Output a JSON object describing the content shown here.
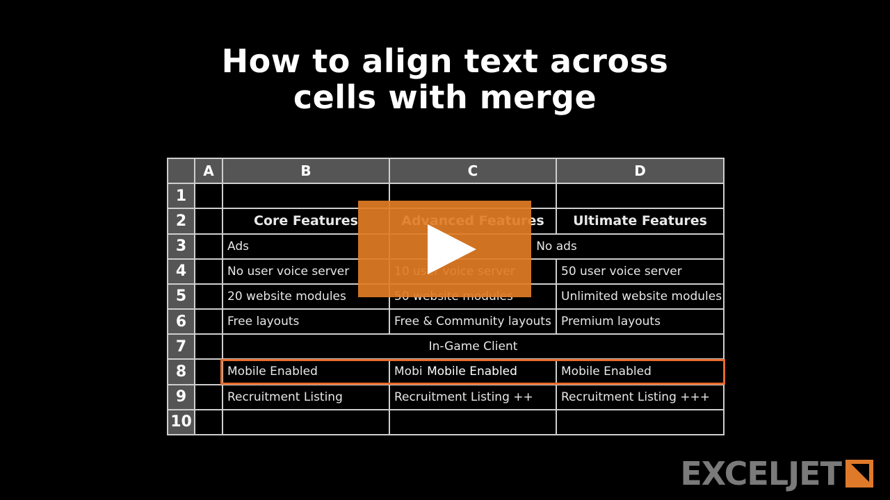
{
  "title": {
    "line1": "How to align text across",
    "line2": "cells with merge"
  },
  "sheet": {
    "columns": [
      "",
      "A",
      "B",
      "C",
      "D"
    ],
    "rows": [
      {
        "num": "1",
        "b": "",
        "c": "",
        "d": ""
      },
      {
        "num": "2",
        "b": "Core Features",
        "c": "Advanced Features",
        "d": "Ultimate Features"
      },
      {
        "num": "3",
        "b": "Ads",
        "cd": "No ads"
      },
      {
        "num": "4",
        "b": "No user voice server",
        "c": "10 user voice server",
        "d": "50 user voice server"
      },
      {
        "num": "5",
        "b": "20 website modules",
        "c": "50 website modules",
        "d": "Unlimited website modules"
      },
      {
        "num": "6",
        "b": "Free layouts",
        "c": "Free & Community layouts",
        "d": "Premium layouts"
      },
      {
        "num": "7",
        "bcd": "In-Game Client"
      },
      {
        "num": "8",
        "b": "Mobile Enabled",
        "c": "Mobile Enabled",
        "d": "Mobile Enabled",
        "merged_overlay": "Mobile Enabled"
      },
      {
        "num": "9",
        "b": "Recruitment Listing",
        "c": "Recruitment Listing ++",
        "d": "Recruitment Listing +++"
      },
      {
        "num": "10",
        "b": "",
        "c": "",
        "d": ""
      }
    ]
  },
  "logo": {
    "text": "EXCELJET",
    "accent_color": "#e07a2b"
  },
  "play_button": {
    "icon": "play-icon",
    "color": "#e17d26"
  },
  "highlight_color": "#e8692a"
}
